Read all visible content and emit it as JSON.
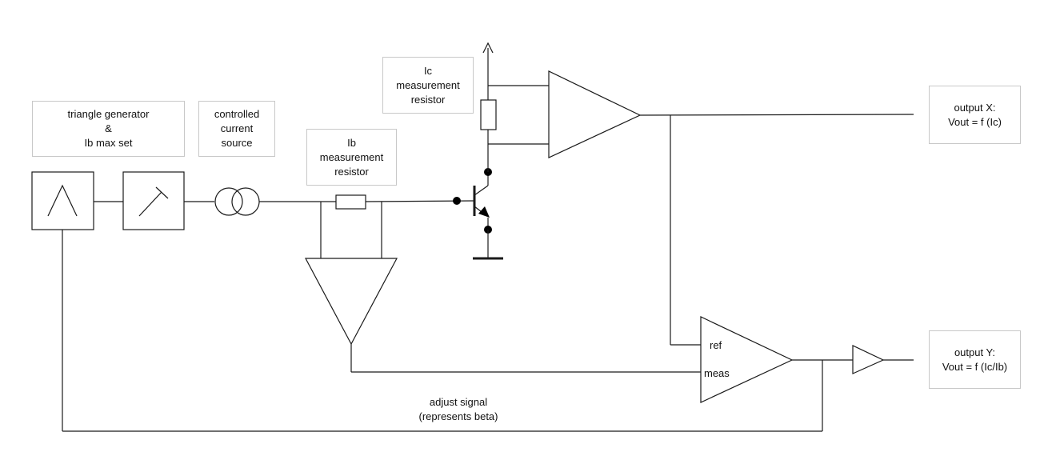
{
  "labels": {
    "triangle_generator": [
      "triangle generator",
      "&",
      "Ib max set"
    ],
    "controlled_current_source": [
      "controlled",
      "current",
      "source"
    ],
    "ib_resistor": [
      "Ib",
      "measurement",
      "resistor"
    ],
    "ic_resistor": [
      "Ic",
      "measurement",
      "resistor"
    ],
    "output_x": [
      "output X:",
      "Vout = f (Ic)"
    ],
    "output_y": [
      "output Y:",
      "Vout = f (Ic/Ib)"
    ],
    "comparator_ref": "ref",
    "comparator_meas": "meas",
    "adjust_signal": [
      "adjust signal",
      "(represents beta)"
    ]
  }
}
